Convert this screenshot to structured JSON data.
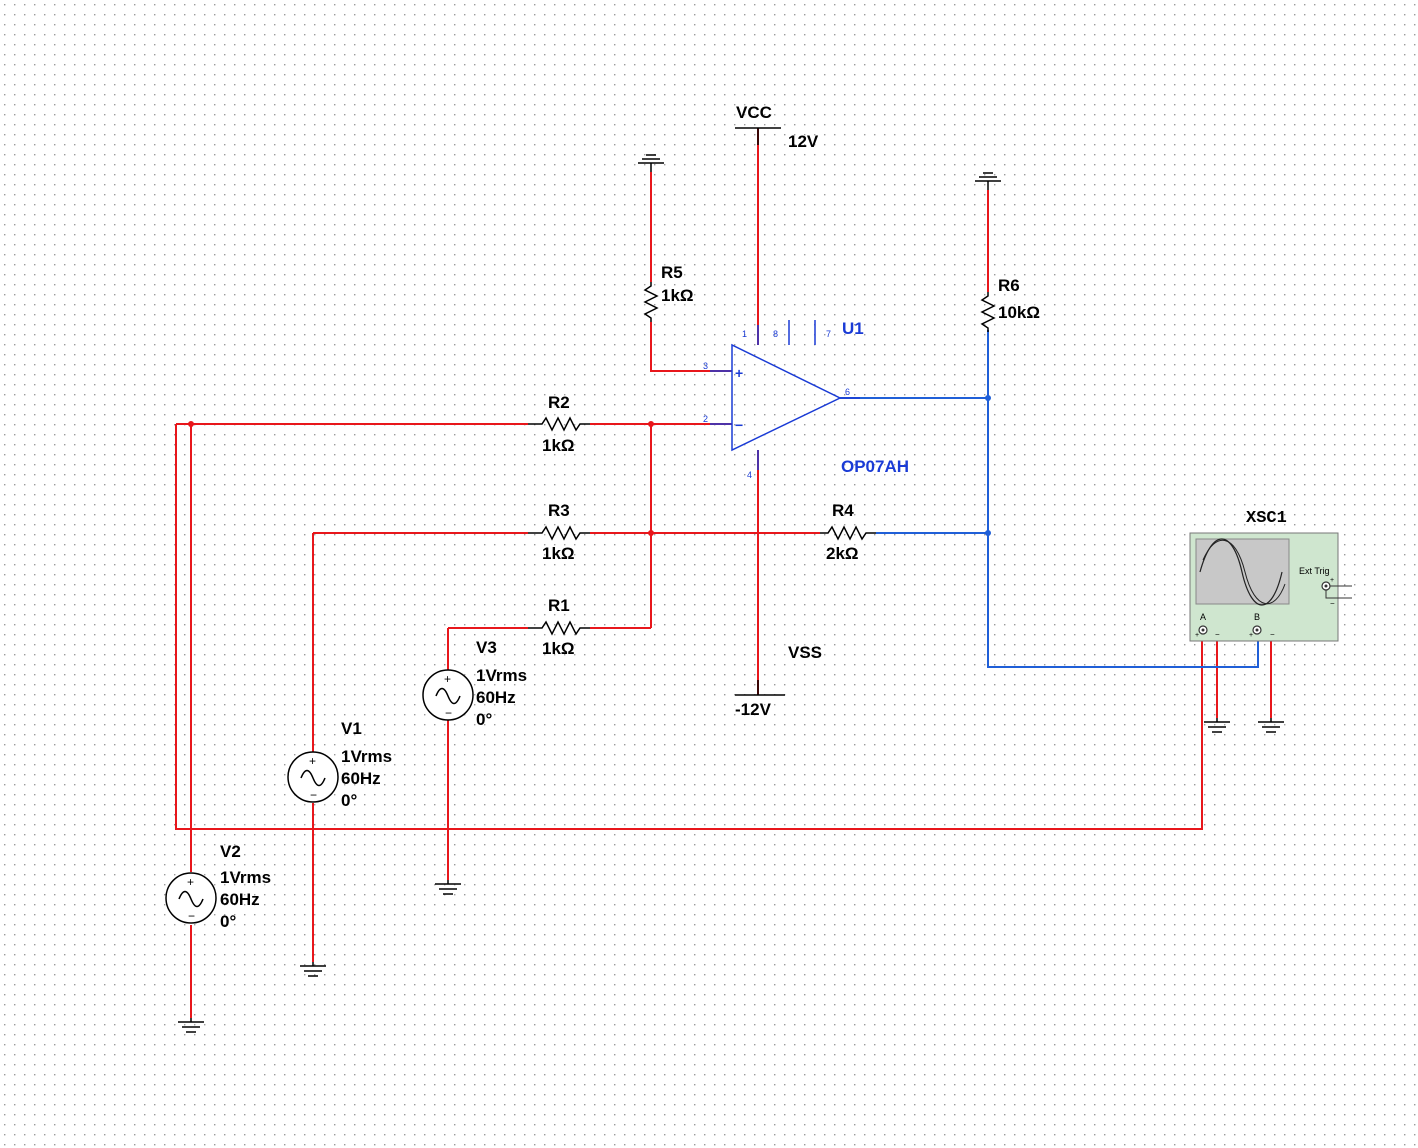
{
  "supply": {
    "vcc_name": "VCC",
    "vcc_value": "12V",
    "vss_name": "VSS",
    "vss_value": "-12V"
  },
  "opamp": {
    "ref": "U1",
    "model": "OP07AH",
    "pins": [
      "1",
      "8",
      "7",
      "3",
      "2",
      "6",
      "4"
    ],
    "plus_sign": "+",
    "minus_sign": "−"
  },
  "resistors": [
    {
      "ref": "R5",
      "value": "1kΩ"
    },
    {
      "ref": "R6",
      "value": "10kΩ"
    },
    {
      "ref": "R2",
      "value": "1kΩ"
    },
    {
      "ref": "R3",
      "value": "1kΩ"
    },
    {
      "ref": "R4",
      "value": "2kΩ"
    },
    {
      "ref": "R1",
      "value": "1kΩ"
    }
  ],
  "sources": [
    {
      "ref": "V3",
      "amplitude": "1Vrms",
      "frequency": "60Hz",
      "phase": "0°"
    },
    {
      "ref": "V1",
      "amplitude": "1Vrms",
      "frequency": "60Hz",
      "phase": "0°"
    },
    {
      "ref": "V2",
      "amplitude": "1Vrms",
      "frequency": "60Hz",
      "phase": "0°"
    }
  ],
  "oscilloscope": {
    "ref": "XSC1",
    "ext_trig_label": "Ext Trig",
    "channel_a": "A",
    "channel_b": "B"
  },
  "colors": {
    "wire_red": "#e8161b",
    "wire_blue": "#1f5fd8",
    "component_blue": "#1a3bd6",
    "scope_body": "#cfe6cf",
    "scope_screen": "#c8c8c8",
    "grid_dot": "#9a9a9a"
  }
}
